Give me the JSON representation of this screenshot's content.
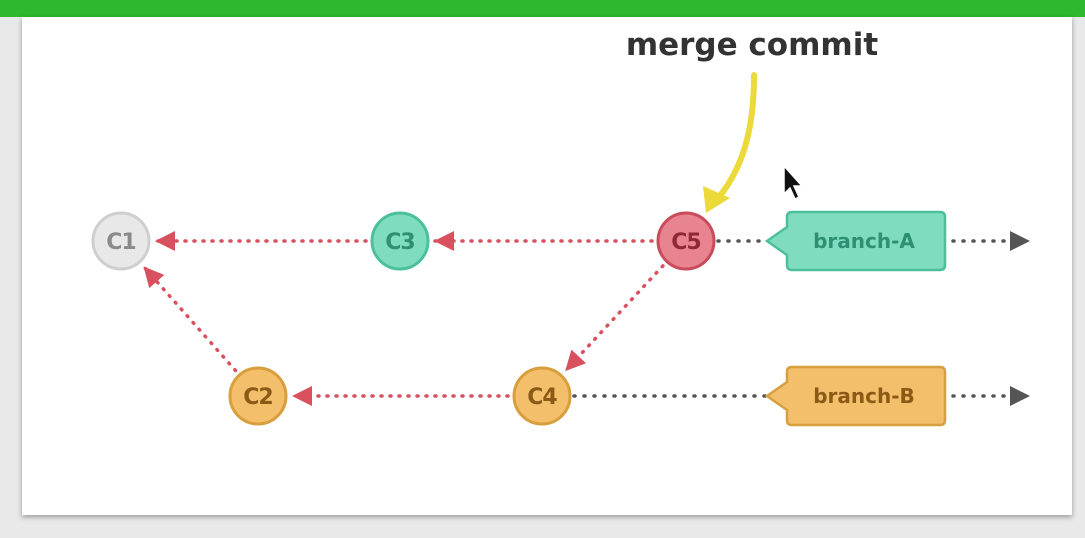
{
  "annotation": {
    "text": "merge commit"
  },
  "commits": [
    {
      "id": "c1",
      "label": "C1",
      "group": "base"
    },
    {
      "id": "c2",
      "label": "C2",
      "group": "branch-b"
    },
    {
      "id": "c3",
      "label": "C3",
      "group": "branch-a"
    },
    {
      "id": "c4",
      "label": "C4",
      "group": "branch-b"
    },
    {
      "id": "c5",
      "label": "C5",
      "group": "merge"
    }
  ],
  "parent_links": [
    {
      "from": "c3",
      "to": "c1"
    },
    {
      "from": "c5",
      "to": "c3"
    },
    {
      "from": "c5",
      "to": "c4"
    },
    {
      "from": "c4",
      "to": "c2"
    },
    {
      "from": "c2",
      "to": "c1"
    }
  ],
  "branches": [
    {
      "id": "branch-a",
      "label": "branch-A",
      "points_to": "c5"
    },
    {
      "id": "branch-b",
      "label": "branch-B",
      "points_to": "c4"
    }
  ],
  "colors": {
    "top_bar": "#2db82d",
    "base_fill": "#e8e8e8",
    "base_stroke": "#cfcfcf",
    "base_text": "#8a8a8a",
    "branch_a_fill": "#7fdcc0",
    "branch_a_stroke": "#4cc09c",
    "branch_a_text": "#2f8f74",
    "branch_b_fill": "#f3bf6b",
    "branch_b_stroke": "#d99e3e",
    "branch_b_text": "#8a5a16",
    "merge_fill": "#e8848f",
    "merge_stroke": "#c94c5b",
    "merge_text": "#8e2a36",
    "parent_arrow": "#d9505f",
    "branch_arrow": "#555555",
    "annotation_arrow": "#ecd93a",
    "annotation_text": "#333333"
  }
}
